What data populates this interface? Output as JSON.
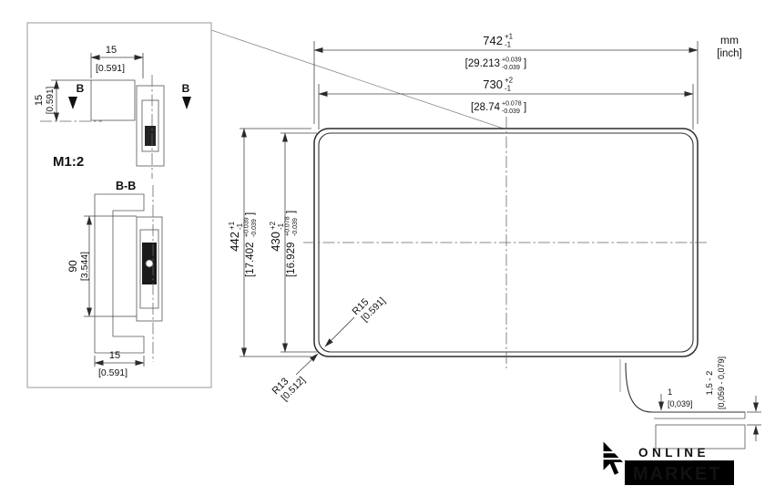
{
  "units": {
    "mm": "mm",
    "inch": "[inch]"
  },
  "detail_view": {
    "scale_label": "M1:2",
    "section_label": "B-B",
    "marker_left": "B",
    "marker_right": "B",
    "dim_top_mm": "15",
    "dim_top_in": "[0.591]",
    "dim_left_mm": "15",
    "dim_left_in": "[0.591]",
    "dim_depth_mm": "90",
    "dim_depth_in": "[3.544]",
    "dim_bottom_mm": "15",
    "dim_bottom_in": "[0.591]"
  },
  "main_view": {
    "outer_width": {
      "mm": "742",
      "up": "+1",
      "dn": "-1",
      "in": "[29.213",
      "iup": "+0.039",
      "idn": "-0.039",
      "cl": "]"
    },
    "inner_width": {
      "mm": "730",
      "up": "+2",
      "dn": "-1",
      "in": "[28.74",
      "iup": "+0.078",
      "idn": "-0.039",
      "cl": "]"
    },
    "outer_height": {
      "mm": "442",
      "up": "+1",
      "dn": "-1",
      "in": "[17.402",
      "iup": "+0.039",
      "idn": "-0.039",
      "cl": "]"
    },
    "inner_height": {
      "mm": "430",
      "up": "+2",
      "dn": "-1",
      "in": "[16.929",
      "iup": "+0.078",
      "idn": "-0.039",
      "cl": "]"
    },
    "radius_inner_mm": "R15",
    "radius_inner_in": "[0.591]",
    "radius_outer_mm": "R13",
    "radius_outer_in": "[0.512]"
  },
  "edge_profile": {
    "thickness_mm": "1",
    "thickness_in": "[0,039]",
    "gap_mm": "1,5 - 2",
    "gap_in": "[0,059 - 0,079]"
  },
  "logo": {
    "line1": "ONLINE",
    "line2": "MARKET"
  }
}
